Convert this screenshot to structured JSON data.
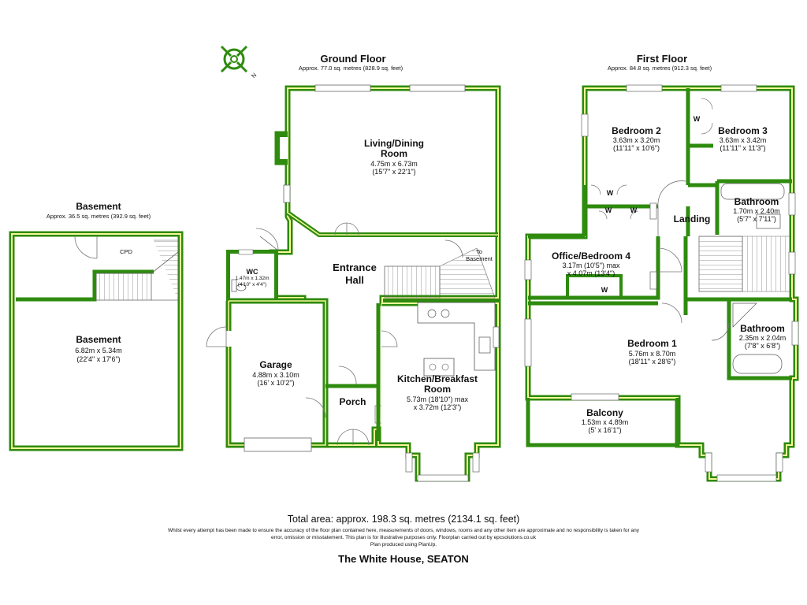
{
  "compass": {
    "icon": "compass-icon",
    "letter": "N"
  },
  "basement": {
    "title": "Basement",
    "area": "Approx. 36.5 sq. metres (392.9 sq. feet)",
    "rooms": [
      {
        "name": "Basement",
        "dims": "6.82m x 5.34m",
        "imperial": "(22'4\" x 17'6\")"
      }
    ],
    "cpd_label": "CPD"
  },
  "ground": {
    "title": "Ground Floor",
    "area": "Approx. 77.0 sq. metres (828.9 sq. feet)",
    "living": {
      "name1": "Living/Dining",
      "name2": "Room",
      "dims": "4.75m x 6.73m",
      "imperial": "(15'7\" x 22'1\")"
    },
    "hall": {
      "name1": "Entrance",
      "name2": "Hall"
    },
    "wc": {
      "name": "WC",
      "dims": "1.47m x 1.32m",
      "imperial": "(4'10\" x 4'4\")"
    },
    "garage": {
      "name": "Garage",
      "dims": "4.88m x 3.10m",
      "imperial": "(16' x 10'2\")"
    },
    "porch": {
      "name": "Porch"
    },
    "kitchen": {
      "name1": "Kitchen/Breakfast",
      "name2": "Room",
      "dims": "5.73m (18'10\") max",
      "dims2": "x 3.72m (12'3\")"
    },
    "to_basement": {
      "line1": "To",
      "line2": "Basement"
    }
  },
  "first": {
    "title": "First Floor",
    "area": "Approx. 84.8 sq. metres (912.3 sq. feet)",
    "bed2": {
      "name": "Bedroom 2",
      "dims": "3.63m x 3.20m",
      "imperial": "(11'11\" x 10'6\")"
    },
    "bed3": {
      "name": "Bedroom 3",
      "dims": "3.63m x 3.42m",
      "imperial": "(11'11\" x 11'3\")"
    },
    "bath_top": {
      "name": "Bathroom",
      "dims": "1.70m x 2.40m",
      "imperial": "(5'7\" x 7'11\")"
    },
    "landing": {
      "name": "Landing"
    },
    "office": {
      "name": "Office/Bedroom 4",
      "dims": "3.17m (10'5\") max",
      "dims2": "x 4.07m (13'4\")"
    },
    "bed1": {
      "name": "Bedroom 1",
      "dims": "5.76m x 8.70m",
      "imperial": "(18'11\" x 28'6\")"
    },
    "bath_en": {
      "name": "Bathroom",
      "dims": "2.35m x 2.04m",
      "imperial": "(7'8\" x 6'8\")"
    },
    "balcony": {
      "name": "Balcony",
      "dims": "1.53m x 4.89m",
      "imperial": "(5' x 16'1\")"
    },
    "wardrobe_mark": "W"
  },
  "footer": {
    "total": "Total area: approx. 198.3 sq. metres (2134.1 sq. feet)",
    "disclaimer1": "Whilst every attempt has been made to ensure the accuracy of the floor plan contained here, measurements of doors, windows, rooms and any other item are approximate and no responsibility is taken for any",
    "disclaimer2": "error, omission or misstatement. This plan is for illustrative purposes only. Floorplan carried out by epcsolutions.co.uk",
    "disclaimer3": "Plan produced using PlanUp.",
    "property": "The White House, SEATON"
  },
  "colors": {
    "wall": "#2e8b0e",
    "wall_inner": "#f7f79a",
    "wall_dark": "#1f6b0a",
    "line": "#555555"
  }
}
